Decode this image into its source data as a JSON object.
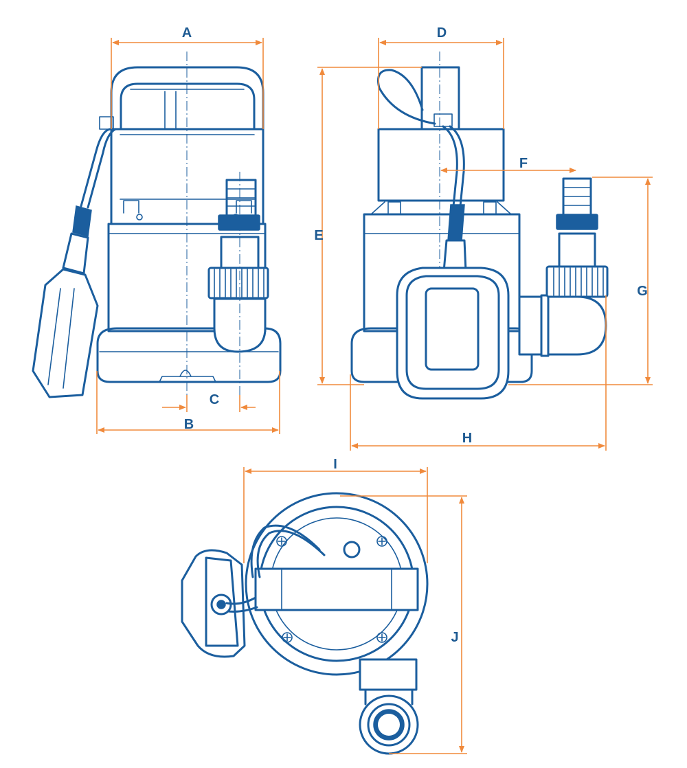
{
  "colors": {
    "outline": "#1b5e9e",
    "dimension": "#f08a3c",
    "label": "#1d5a92",
    "background": "#ffffff"
  },
  "dimensions": {
    "A": "A",
    "B": "B",
    "C": "C",
    "D": "D",
    "E": "E",
    "F": "F",
    "G": "G",
    "H": "H",
    "I": "I",
    "J": "J"
  }
}
